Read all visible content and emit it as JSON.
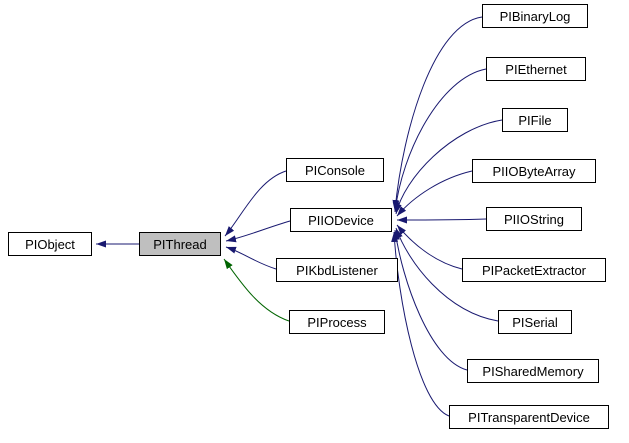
{
  "nodes": {
    "piobject": {
      "label": "PIObject"
    },
    "pithread": {
      "label": "PIThread"
    },
    "piconsole": {
      "label": "PIConsole"
    },
    "piiodevice": {
      "label": "PIIODevice"
    },
    "pikbdlistener": {
      "label": "PIKbdListener"
    },
    "piprocess": {
      "label": "PIProcess"
    },
    "pibinarylog": {
      "label": "PIBinaryLog"
    },
    "piethernet": {
      "label": "PIEthernet"
    },
    "pifile": {
      "label": "PIFile"
    },
    "piiobytearray": {
      "label": "PIIOByteArray"
    },
    "piiostring": {
      "label": "PIIOString"
    },
    "pipacketextractor": {
      "label": "PIPacketExtractor"
    },
    "piserial": {
      "label": "PISerial"
    },
    "pisharedmemory": {
      "label": "PISharedMemory"
    },
    "pitransparentdevice": {
      "label": "PITransparentDevice"
    }
  },
  "colors": {
    "inheritance_edge": "#191970",
    "protected_inheritance_edge": "#006400",
    "highlight_node_fill": "#bfbfbf",
    "node_border": "#000000",
    "node_fill": "#ffffff"
  }
}
